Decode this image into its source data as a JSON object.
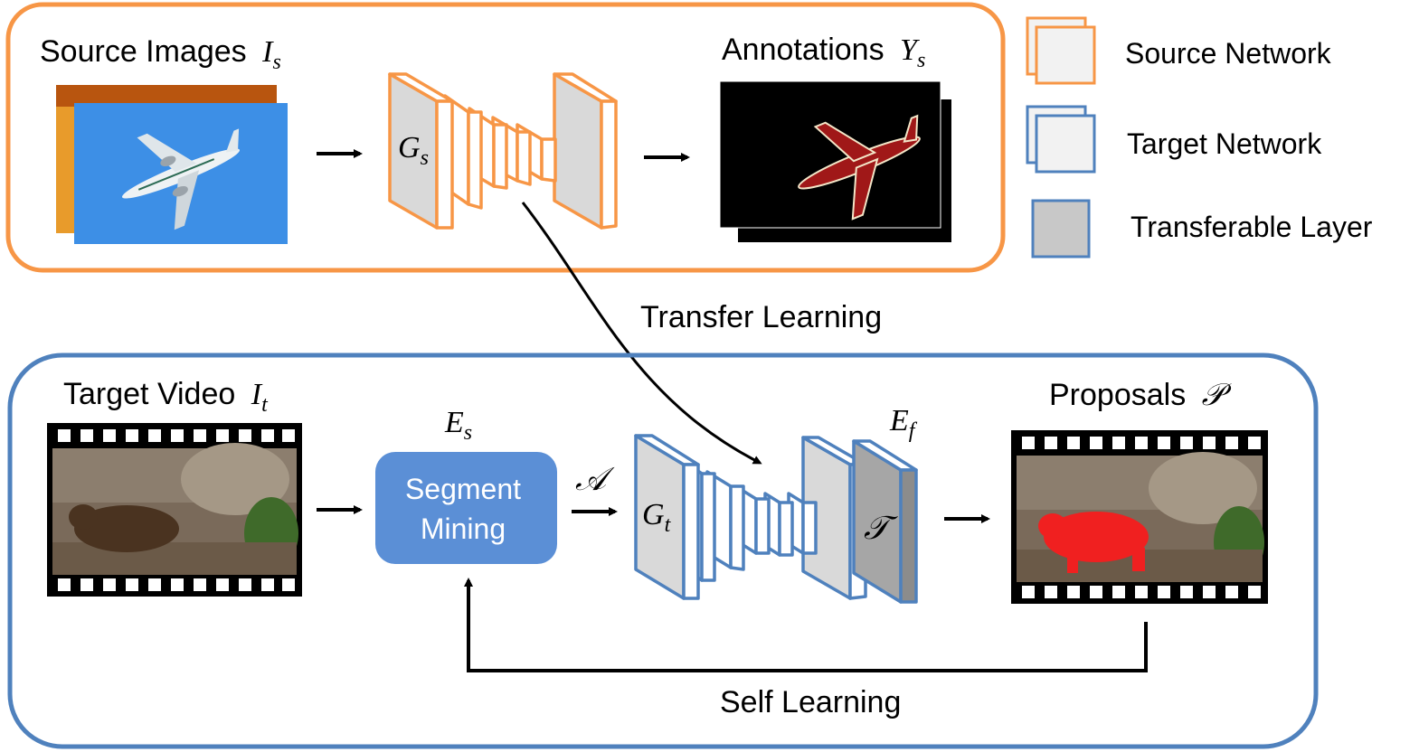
{
  "source": {
    "images_label": "Source Images",
    "images_symbol": "I",
    "images_sub": "s",
    "network_symbol": "G",
    "network_sub": "s",
    "annotations_label": "Annotations",
    "annotations_symbol": "Y",
    "annotations_sub": "s"
  },
  "transfer_label": "Transfer Learning",
  "target": {
    "video_label": "Target Video",
    "video_symbol": "I",
    "video_sub": "t",
    "es_symbol": "E",
    "es_sub": "s",
    "segment_mining_line1": "Segment",
    "segment_mining_line2": "Mining",
    "a_symbol": "𝒜",
    "network_symbol": "G",
    "network_sub": "t",
    "ef_symbol": "E",
    "ef_sub": "f",
    "t_symbol": "𝒯",
    "proposals_label": "Proposals",
    "proposals_symbol": "𝒫",
    "self_learning_label": "Self Learning"
  },
  "legend": [
    {
      "label": "Source Network",
      "color": "#f79646"
    },
    {
      "label": "Target Network",
      "color": "#4f81bd"
    },
    {
      "label": "Transferable Layer",
      "color": "#4f81bd"
    }
  ],
  "colors": {
    "source_border": "#f79646",
    "target_border": "#4f81bd",
    "segment_mining_fill": "#5b8fd6",
    "sky": "#3d8fe6",
    "mask_airplane": "#a01818",
    "mask_bear": "#f02020"
  }
}
